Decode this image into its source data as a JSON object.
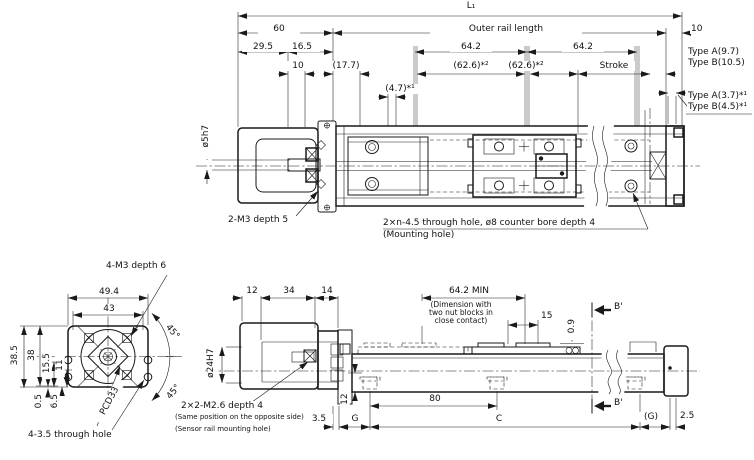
{
  "colors": {
    "line": "#1a1a1a",
    "highlight_bar": "#b9b9b9",
    "background": "#ffffff"
  },
  "top_view": {
    "l1": "L₁",
    "d60": "60",
    "outer_rail_length": "Outer rail length",
    "d10_right": "10",
    "d29_5": "29.5",
    "d16_5": "16.5",
    "d10_left": "10",
    "d17_7": "(17.7)",
    "d64_2_first": "64.2",
    "d62_6_first": "(62.6)*²",
    "d4_7": "(4.7)*¹",
    "d64_2_second": "64.2",
    "d62_6_second": "(62.6)*²",
    "stroke": "Stroke",
    "type_a_end": "Type A(9.7)",
    "type_b_end": "Type B(10.5)",
    "type_a_clearance": "Type A(3.7)*¹",
    "type_b_clearance": "Type B(4.5)*¹",
    "shaft_dia": "ø5h7",
    "m3_note": "2-M3 depth 5",
    "mounting_note": "2×n-4.5 through hole, ø8 counter bore depth 4",
    "mounting_note_sub": "(Mounting hole)"
  },
  "front_view": {
    "m3_note": "4-M3 depth 6",
    "d49_4": "49.4",
    "d43": "43",
    "d38_5": "38.5",
    "d38": "38",
    "d15_5": "15.5",
    "d11": "11",
    "d0_5": "0.5",
    "d6_5": "6.5",
    "pcd": "PCD33",
    "through_hole_note": "4-3.5 through hole",
    "angle_upper": "45°",
    "angle_lower": "45°"
  },
  "side_view": {
    "d12_top": "12",
    "d34": "34",
    "d14": "14",
    "d64_2_min": "64.2 MIN",
    "nut_note_1": "(Dimension with",
    "nut_note_2": "two nut blocks in",
    "nut_note_3": "close contact)",
    "d15": "15",
    "d0_9": "0.9",
    "section_top": "B'",
    "section_bottom": "B'",
    "bore": "ø24H7",
    "m26_note": "2×2-M2.6 depth 4",
    "m26_sub1": "(Same position on the opposite side)",
    "m26_sub2": "(Sensor rail mounting hole)",
    "d3_5": "3.5",
    "g_left": "G",
    "d12_side": "12",
    "d80": "80",
    "c": "C",
    "g_right": "(G)",
    "d2_5": "2.5"
  }
}
